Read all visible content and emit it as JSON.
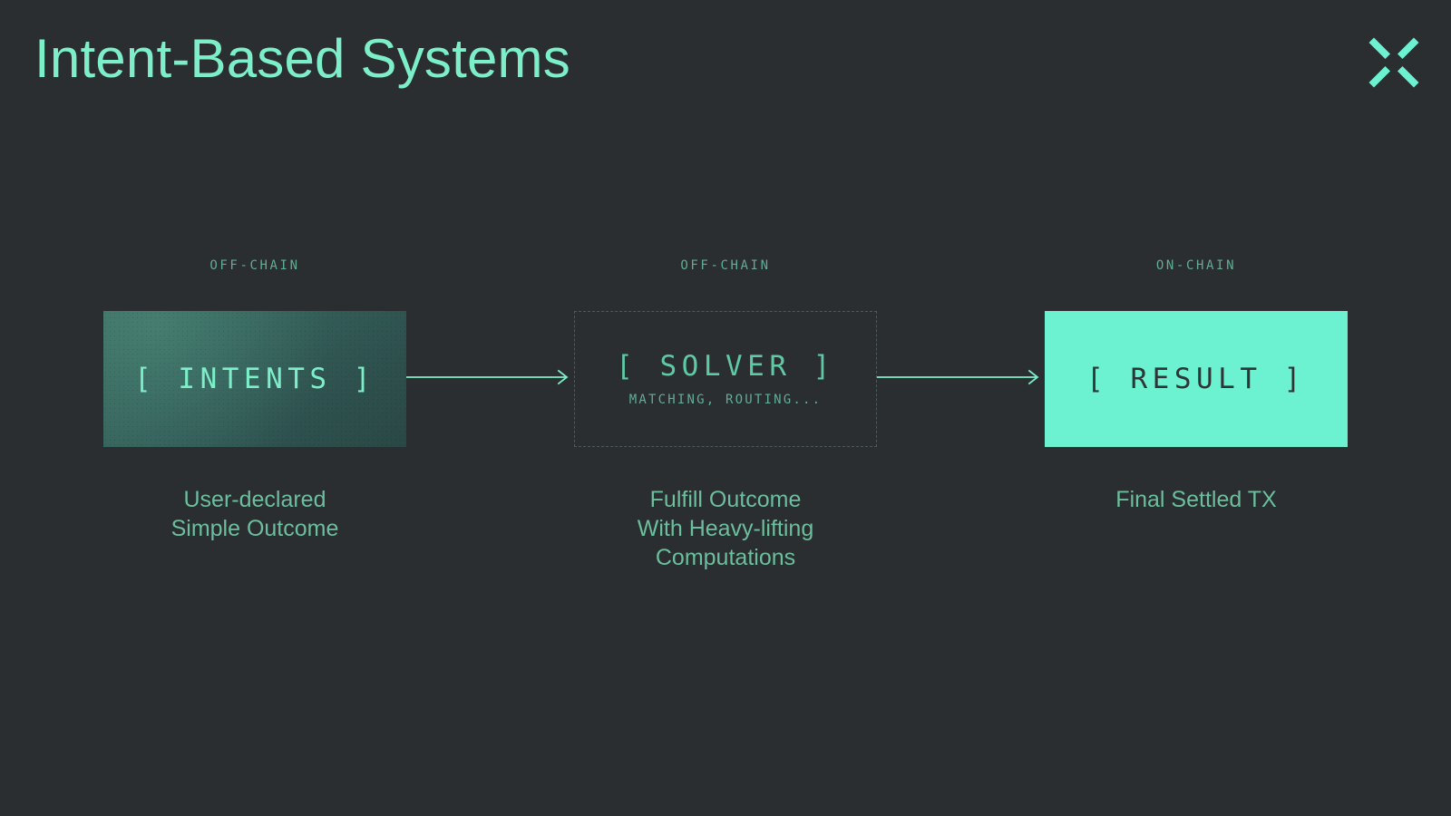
{
  "header": {
    "title": "Intent-Based Systems",
    "logo_icon": "x-mark-logo-icon"
  },
  "theme": {
    "background": "#2b2e31",
    "accent_mint": "#7defc8",
    "accent_bright": "#6cf2d0",
    "accent_muted": "#5fae92",
    "caption_color": "#6bbf9d",
    "dashed_border": "#4d5a58",
    "result_text": "#303436"
  },
  "flow": {
    "stages": [
      {
        "chain": "OFF-CHAIN",
        "box_title": "[ INTENTS ]",
        "box_sub": "",
        "caption": "User-declared\nSimple Outcome",
        "style": "gradient"
      },
      {
        "chain": "OFF-CHAIN",
        "box_title": "[ SOLVER ]",
        "box_sub": "MATCHING, ROUTING...",
        "caption": "Fulfill Outcome\nWith Heavy-lifting\nComputations",
        "style": "dashed"
      },
      {
        "chain": "ON-CHAIN",
        "box_title": "[ RESULT ]",
        "box_sub": "",
        "caption": "Final Settled TX",
        "style": "solid"
      }
    ],
    "connectors": [
      {
        "icon": "arrow-right-icon",
        "from": "INTENTS",
        "to": "SOLVER"
      },
      {
        "icon": "arrow-right-icon",
        "from": "SOLVER",
        "to": "RESULT"
      }
    ]
  }
}
